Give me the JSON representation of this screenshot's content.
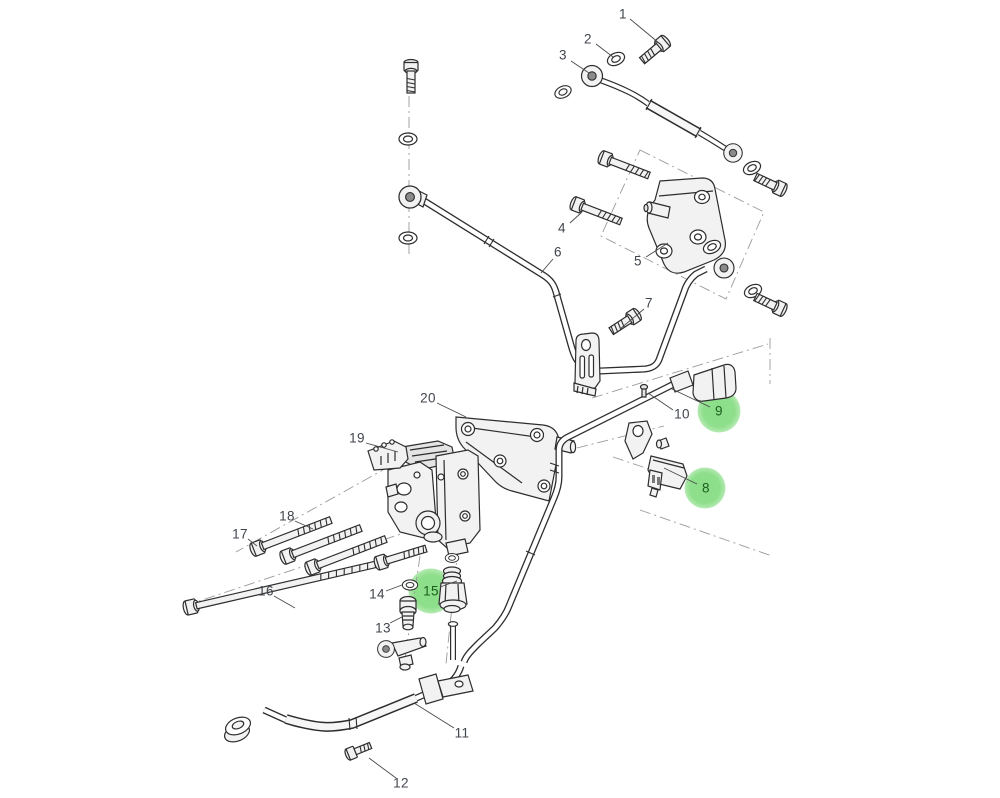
{
  "diagram": {
    "kind": "exploded-parts-diagram",
    "background_color": "#ffffff",
    "line_color": "#2d2d2d",
    "construction_line_color": "#9a9a9a",
    "label_color": "#40454d",
    "highlight": {
      "fill_color": "#8bde88",
      "text_color": "#1b5e1f",
      "highlighted_callouts": [
        "8",
        "9",
        "15"
      ]
    },
    "callouts": [
      {
        "number": "1",
        "highlighted": false
      },
      {
        "number": "2",
        "highlighted": false
      },
      {
        "number": "3",
        "highlighted": false
      },
      {
        "number": "4",
        "highlighted": false
      },
      {
        "number": "5",
        "highlighted": false
      },
      {
        "number": "6",
        "highlighted": false
      },
      {
        "number": "7",
        "highlighted": false
      },
      {
        "number": "8",
        "highlighted": true
      },
      {
        "number": "9",
        "highlighted": true
      },
      {
        "number": "10",
        "highlighted": false
      },
      {
        "number": "11",
        "highlighted": false
      },
      {
        "number": "12",
        "highlighted": false
      },
      {
        "number": "13",
        "highlighted": false
      },
      {
        "number": "14",
        "highlighted": false
      },
      {
        "number": "15",
        "highlighted": true
      },
      {
        "number": "16",
        "highlighted": false
      },
      {
        "number": "17",
        "highlighted": false
      },
      {
        "number": "18",
        "highlighted": false
      },
      {
        "number": "19",
        "highlighted": false
      },
      {
        "number": "20",
        "highlighted": false
      }
    ]
  }
}
